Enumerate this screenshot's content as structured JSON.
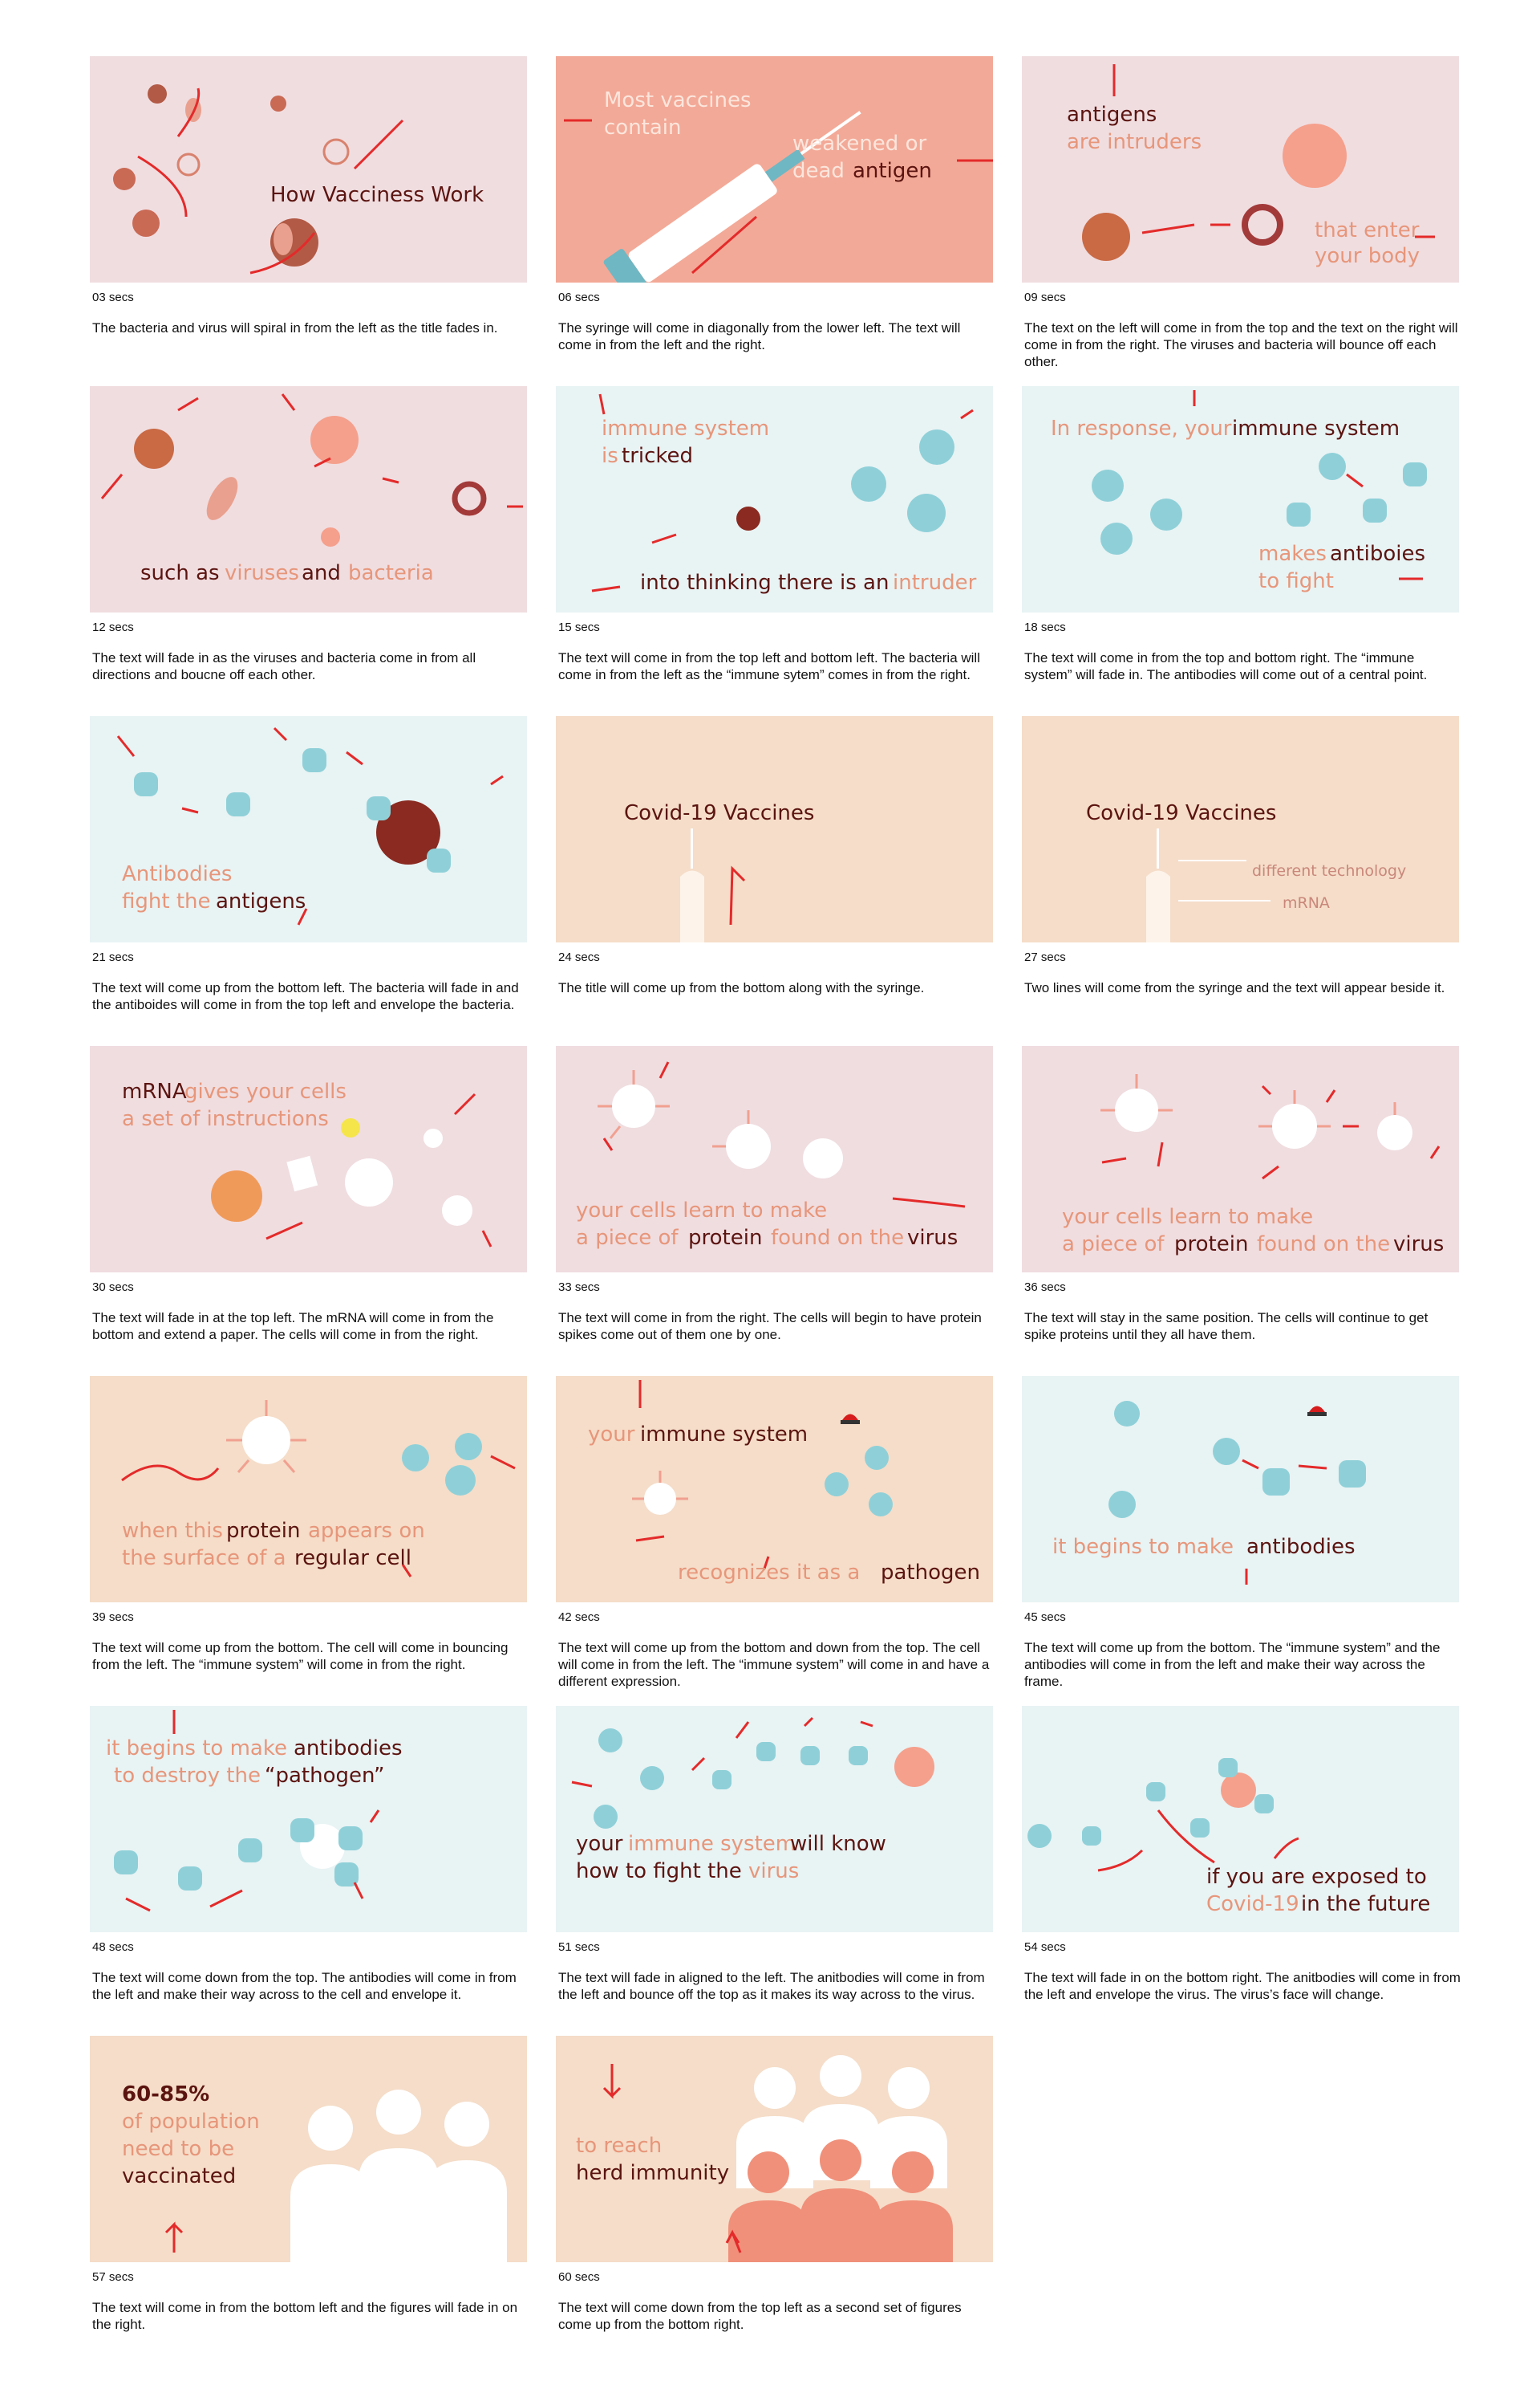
{
  "panels": [
    {
      "secs": "03 secs",
      "desc": "The bacteria and virus will spiral in from the left as the title fades in.",
      "t": [
        "How Vacciness Work"
      ]
    },
    {
      "secs": "06 secs",
      "desc": "The syringe will come in diagonally from the lower left. The text will come in from the left and the right.",
      "t": [
        "Most vaccines",
        "contain",
        "weakened or",
        "dead",
        "antigen"
      ]
    },
    {
      "secs": "09 secs",
      "desc": "The text on the left will come in from the top and the text on the right will come in from the right. The viruses and bacteria will bounce off each other.",
      "t": [
        "antigens",
        "are intruders",
        "that enter",
        "your body"
      ]
    },
    {
      "secs": "12 secs",
      "desc": "The text will fade in as the viruses and bacteria come in from all directions and boucne off each other.",
      "t": [
        "such as",
        "viruses",
        "and",
        "bacteria"
      ]
    },
    {
      "secs": "15 secs",
      "desc": "The text will come in from the top left and bottom left. The bacteria will come in from the left as the “immune sytem” comes in from the right.",
      "t": [
        "immune system",
        "is",
        "tricked",
        "into thinking there is an",
        "intruder"
      ]
    },
    {
      "secs": "18 secs",
      "desc": "The text will come in from the top and bottom right. The “immune system” will fade in. The antibodies will come out of a central point.",
      "t": [
        "In response, your",
        "immune system",
        "makes",
        "antiboies",
        "to fight"
      ]
    },
    {
      "secs": "21 secs",
      "desc": "The text will come up from the bottom left. The bacteria will fade in and the antiboides will come in from the top left and envelope the bacteria.",
      "t": [
        "Antibodies",
        "fight the",
        "antigens"
      ]
    },
    {
      "secs": "24 secs",
      "desc": "The title will come up from the bottom along with the syringe.",
      "t": [
        "Covid-19 Vaccines"
      ]
    },
    {
      "secs": "27 secs",
      "desc": "Two lines will come from the syringe and the text will appear beside it.",
      "t": [
        "Covid-19 Vaccines",
        "different technology",
        "mRNA"
      ]
    },
    {
      "secs": "30 secs",
      "desc": "The text will fade in at the top left. The mRNA will come in from the bottom and extend a paper. The cells will come in from the right.",
      "t": [
        "mRNA",
        "gives your cells",
        "a set of instructions"
      ]
    },
    {
      "secs": "33 secs",
      "desc": "The text will come in from the right. The cells will begin to have protein spikes come out of them one by one.",
      "t": [
        "your cells learn to make",
        "a piece of",
        "protein",
        "found on the",
        "virus"
      ]
    },
    {
      "secs": "36 secs",
      "desc": "The text will stay in the same position. The cells will continue to get spike proteins until they all have them.",
      "t": [
        "your cells learn to make",
        "a piece of",
        "protein",
        "found on the",
        "virus"
      ]
    },
    {
      "secs": "39 secs",
      "desc": "The text will come up from the bottom. The cell will come in bouncing from the left. The “immune system” will come in from the right.",
      "t": [
        "when this",
        "protein",
        "appears on",
        "the surface of a",
        "regular cell"
      ]
    },
    {
      "secs": "42 secs",
      "desc": "The text will come up from the bottom and down from the top. The cell will come in from the left. The “immune system” will come in and have a different expression.",
      "t": [
        "your",
        "immune system",
        "recognizes it as a",
        "pathogen"
      ]
    },
    {
      "secs": "45 secs",
      "desc": "The text will come up from the bottom. The “immune system” and the antibodies will come in from the left and make their way across the frame.",
      "t": [
        "it begins to make",
        "antibodies"
      ]
    },
    {
      "secs": "48 secs",
      "desc": "The text will come down from the top. The antibodies will come in from the left and make their way across to the cell and envelope it.",
      "t": [
        "it begins to make",
        "antibodies",
        "to destroy the",
        "“pathogen”"
      ]
    },
    {
      "secs": "51 secs",
      "desc": "The text will fade in aligned to the left. The anitbodies will come in from the left and bounce off the top as it makes its way across to the virus.",
      "t": [
        "your",
        "immune system",
        "will know",
        "how to fight the",
        "virus"
      ]
    },
    {
      "secs": "54 secs",
      "desc": "The text will fade in on the bottom right. The anitbodies will come in from the left and envelope the virus. The virus’s face will change.",
      "t": [
        "if you are exposed to",
        "Covid-19",
        "in the future"
      ]
    },
    {
      "secs": "57 secs",
      "desc": "The text will come in from the bottom left and the figures will fade in on the right.",
      "t": [
        "60-85%",
        "of population",
        "need to be",
        "vaccinated"
      ]
    },
    {
      "secs": "60 secs",
      "desc": "The text will come down from the top left as a second set of figures come up from the bottom right.",
      "t": [
        "to reach",
        "herd immunity"
      ]
    }
  ],
  "colors": {
    "pink": "#f0dde0",
    "salmon": "#f3a997",
    "blue": "#e8f3f4",
    "peach": "#f5ddc9",
    "arrow": "#e42a2a",
    "light_text": "#e7967a",
    "dark_text": "#5b1410",
    "antibody": "#8fd0d8"
  }
}
